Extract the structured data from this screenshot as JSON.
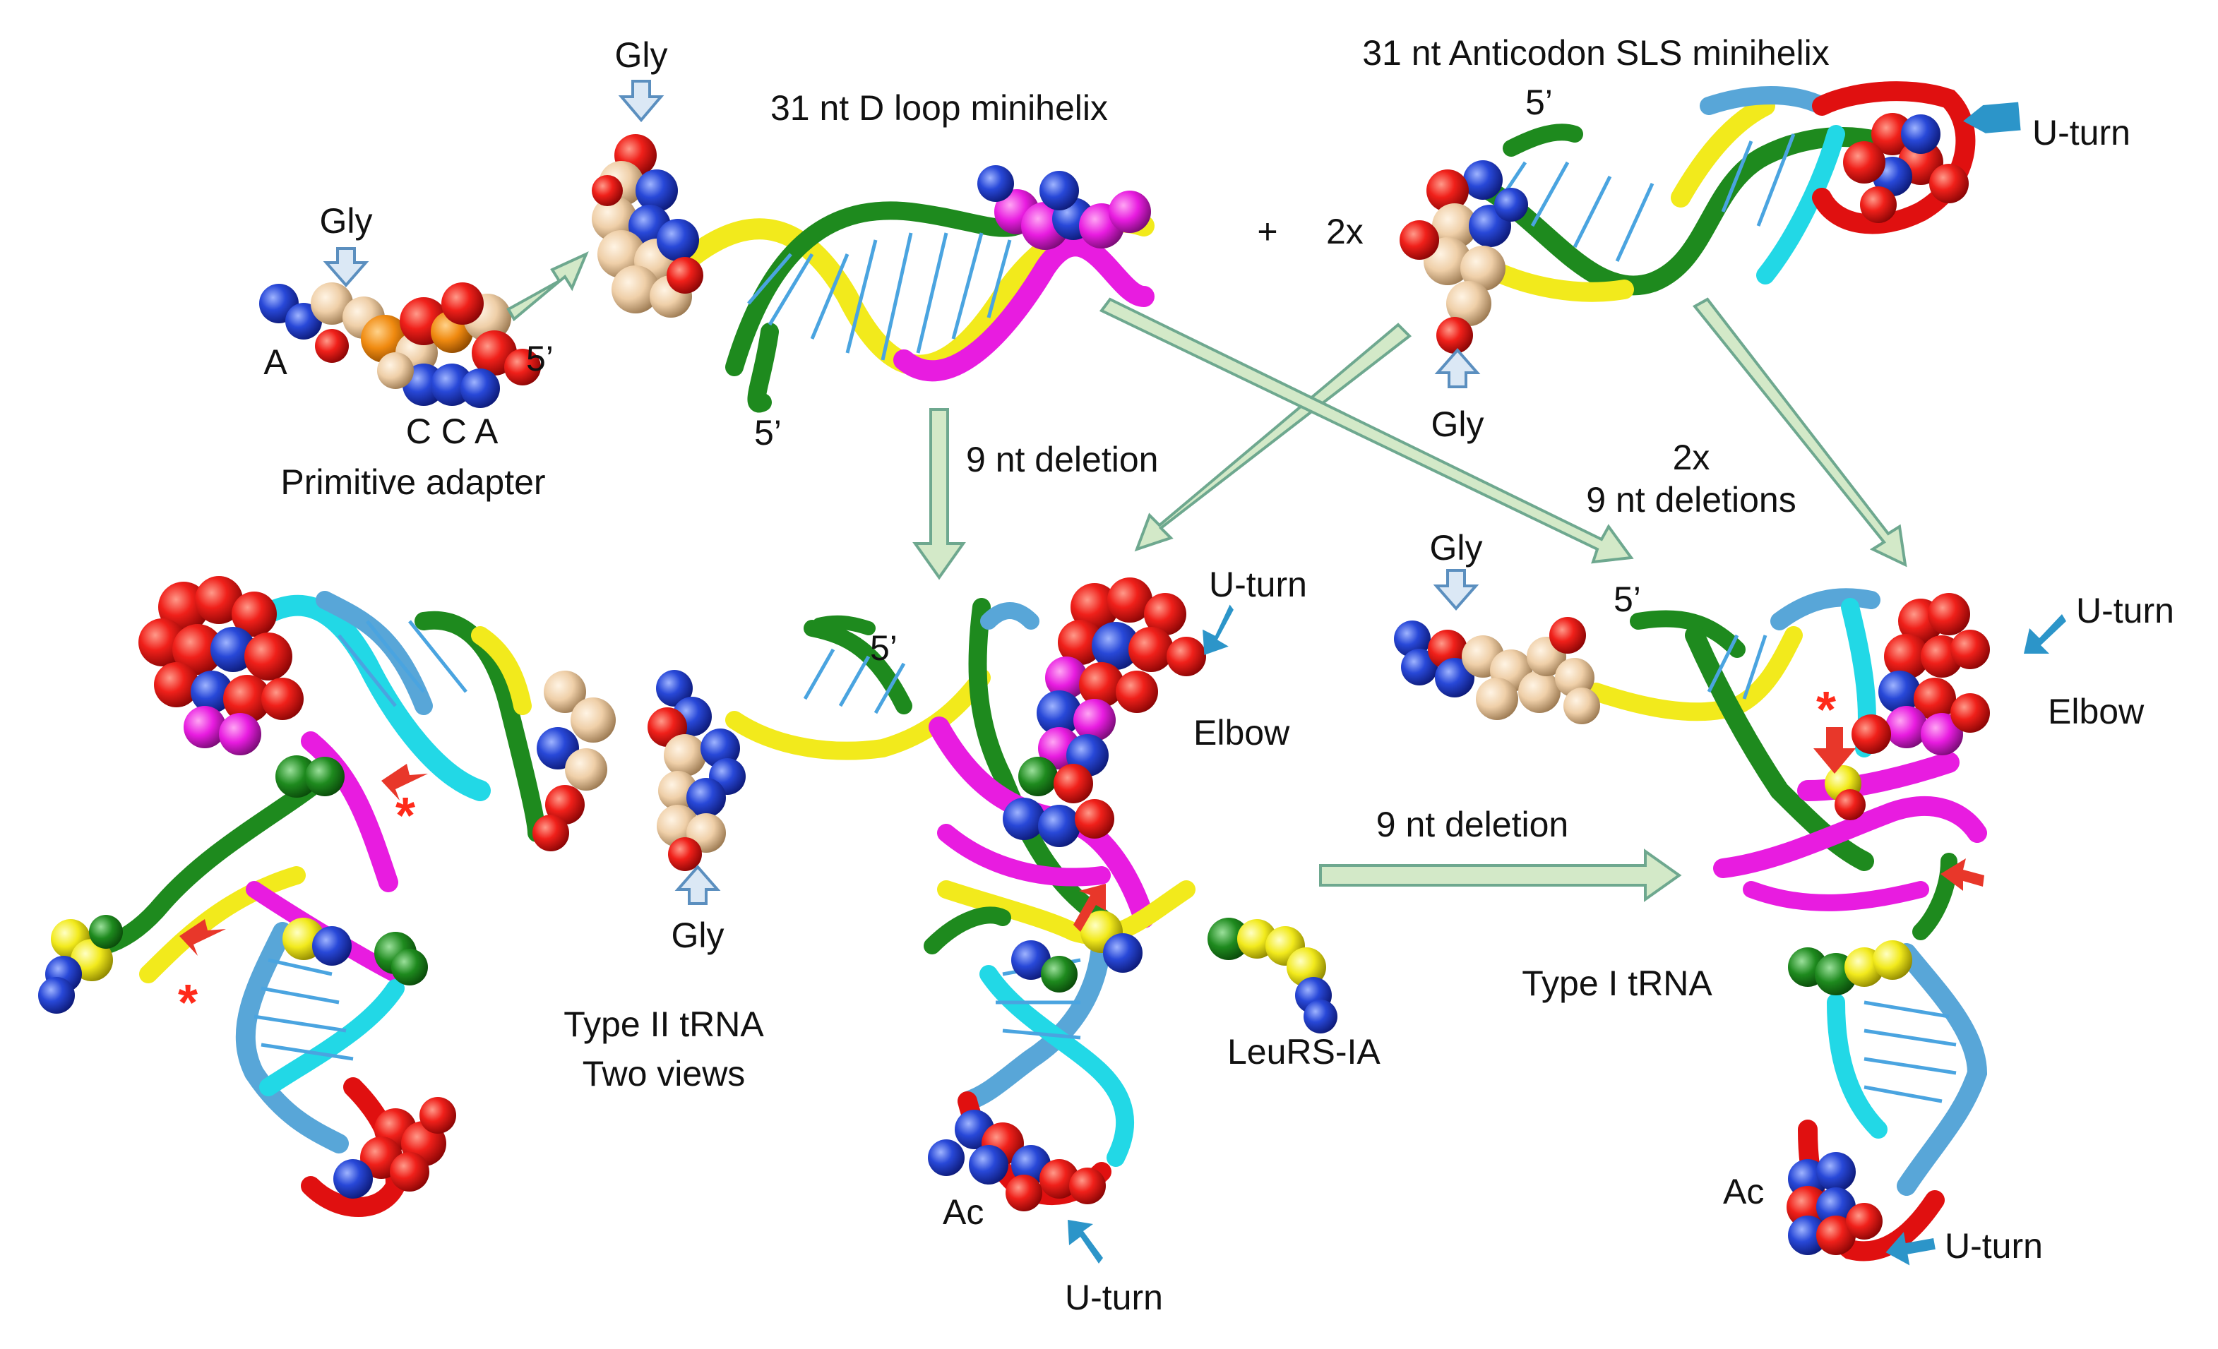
{
  "labels": {
    "primitive_adapter": "Primitive adapter",
    "gly": "Gly",
    "a": "A",
    "cca": "C C A",
    "five_prime": "5’",
    "d_loop_minihelix": "31 nt D loop minihelix",
    "anticodon_minihelix": "31 nt Anticodon SLS minihelix",
    "plus": "+",
    "two_x": "2x",
    "u_turn": "U-turn",
    "nine_nt_deletion": "9 nt deletion",
    "nine_nt_deletions": "9 nt deletions",
    "type_ii_trna": "Type II tRNA",
    "two_views": "Two views",
    "type_i_trna": "Type I tRNA",
    "elbow": "Elbow",
    "leurs_ia": "LeuRS-IA",
    "ac": "Ac",
    "star": "*"
  },
  "colors": {
    "arrow_fill": "#d3e9c8",
    "arrow_stroke": "#6ea88f",
    "gly_arrow_fill": "#dbe8f5",
    "gly_arrow_stroke": "#5b8fbf",
    "uturn_arrow": "#2c95c9",
    "red_arrow": "#e8372a",
    "strand_green": "#1e8a1e",
    "strand_yellow": "#f2ea1c",
    "strand_magenta": "#e81ce0",
    "strand_red": "#e01010",
    "strand_cyan": "#22d8e6",
    "strand_blue": "#58a6d8",
    "atom_red": "#f0201a",
    "atom_blue": "#2848d8",
    "atom_tan": "#efcfa8",
    "atom_orange": "#f08a10"
  },
  "icons": {
    "gly_marker": "hollow-down-arrow-icon",
    "u_turn_marker": "blue-pointer-arrow-icon",
    "deletion_marker": "red-pointer-arrow-icon",
    "flow": "green-flow-arrow-icon"
  }
}
